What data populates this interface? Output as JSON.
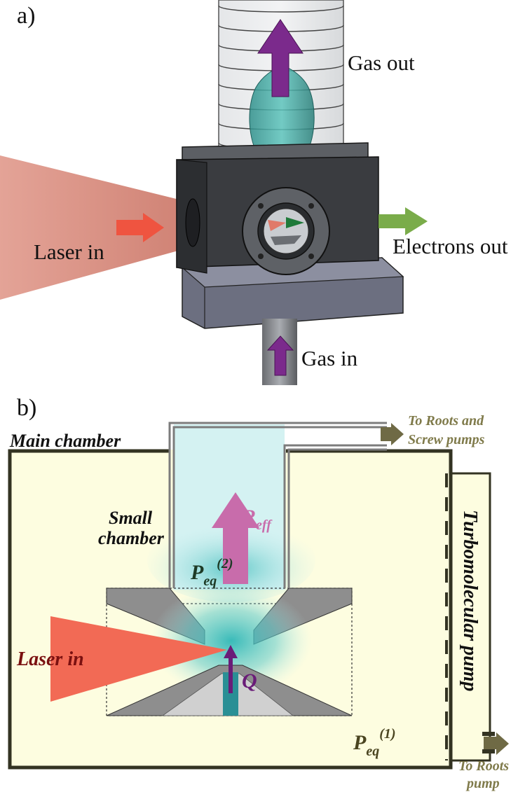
{
  "panel_a": {
    "label": "a)",
    "gas_out": "Gas out",
    "laser_in": "Laser in",
    "electrons_out": "Electrons out",
    "gas_in": "Gas in"
  },
  "panel_b": {
    "label": "b)",
    "main_chamber": "Main chamber",
    "small_chamber_line1": "Small",
    "small_chamber_line2": "chamber",
    "to_roots_screw_line1": "To Roots and",
    "to_roots_screw_line2": "Screw pumps",
    "r_eff_base": "R",
    "r_eff_sub": "eff",
    "p_eq2_base": "P",
    "p_eq2_sub": "eq",
    "p_eq2_sup": "(2)",
    "p_eq1_base": "P",
    "p_eq1_sub": "eq",
    "p_eq1_sup": "(1)",
    "q_label": "Q",
    "laser_in": "Laser in",
    "turbo_pump": "Turbomolecular pump",
    "to_roots_line1": "To Roots",
    "to_roots_line2": "pump"
  },
  "colors": {
    "laser": "#f26a55",
    "gas_purple": "#6a1c78",
    "electron_green": "#7aac4a",
    "chamber_fill": "#fdfde0",
    "chamber_stroke": "#333322",
    "gas_cyan": "#3ab0b0",
    "r_eff_magenta": "#c86cab",
    "olive_text": "#7f7a4a",
    "dark_red_text": "#7a1010"
  }
}
